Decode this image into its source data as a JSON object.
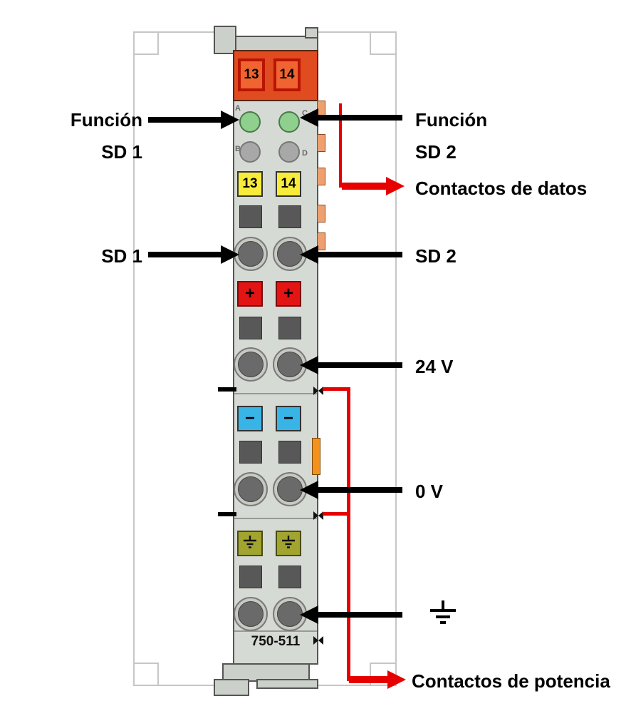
{
  "module": {
    "id": "750-511",
    "top_contacts": [
      "13",
      "14"
    ],
    "signal_terminals": [
      "13",
      "14"
    ],
    "plus_terminals": [
      "+",
      "+"
    ],
    "minus_terminals": [
      "−",
      "−"
    ],
    "led_letters": [
      "A",
      "B",
      "C",
      "D"
    ]
  },
  "labels": {
    "funcion_left": "Función",
    "sd1_top": "SD 1",
    "funcion_right": "Función",
    "sd2_top": "SD 2",
    "contactos_datos": "Contactos de datos",
    "sd1_mid": "SD 1",
    "sd2_mid": "SD 2",
    "v24": "24 V",
    "v0": "0 V",
    "contactos_potencia": "Contactos de potencia"
  },
  "colors": {
    "annotation_red": "#e60000",
    "module_body": "#d6dad4",
    "header_orange": "#e04b20",
    "header_square": "#ef6430",
    "led_green": "#8fd08f",
    "terminal_yellow": "#f8ec3a",
    "terminal_red": "#e21414",
    "terminal_blue": "#38b4e6",
    "terminal_olive": "#a2a430",
    "data_tab_orange": "#efa070",
    "latch_orange": "#f5921e",
    "outline_gray": "#c6c6c6"
  }
}
